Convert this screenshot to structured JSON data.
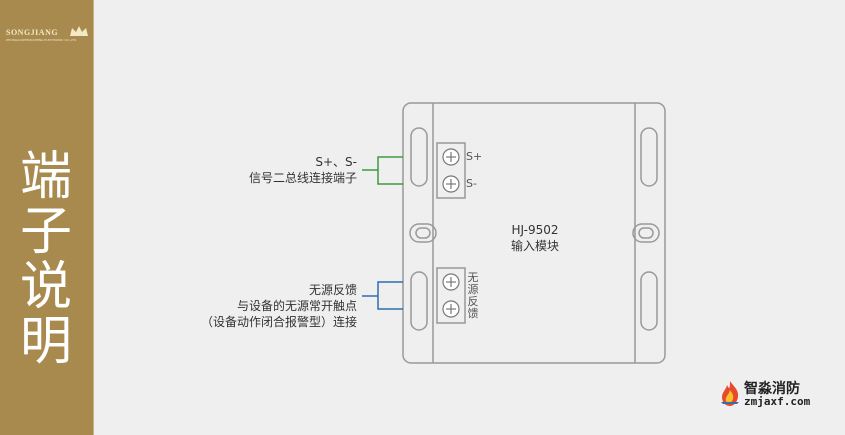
{
  "brand": {
    "name": "SONGJIANG",
    "subtitle": "ZHONGGUOHENGSHENG ELECTRONIC CO.,LTD.",
    "icon": "crown-icon"
  },
  "sidebar": {
    "title_chars": [
      "端",
      "子",
      "说",
      "明"
    ]
  },
  "module": {
    "model": "HJ-9502",
    "name": "输入模块"
  },
  "terminals": {
    "top_plus": "S+",
    "top_minus": "S-",
    "bottom_chars": [
      "无",
      "源",
      "反",
      "馈"
    ]
  },
  "callouts": {
    "bus_line1": "S+、S-",
    "bus_line2": "信号二总线连接端子",
    "feedback_line1": "无源反馈",
    "feedback_line2": "与设备的无源常开触点",
    "feedback_line3": "（设备动作闭合报警型）连接"
  },
  "watermark": {
    "cn": "智淼消防",
    "en": "zmjaxf.com"
  },
  "colors": {
    "sidebar": "#a8894e",
    "background": "#efefef",
    "bus_bracket": "#3f9a3f",
    "feedback_bracket": "#2f6fb0",
    "outline": "#999999"
  }
}
